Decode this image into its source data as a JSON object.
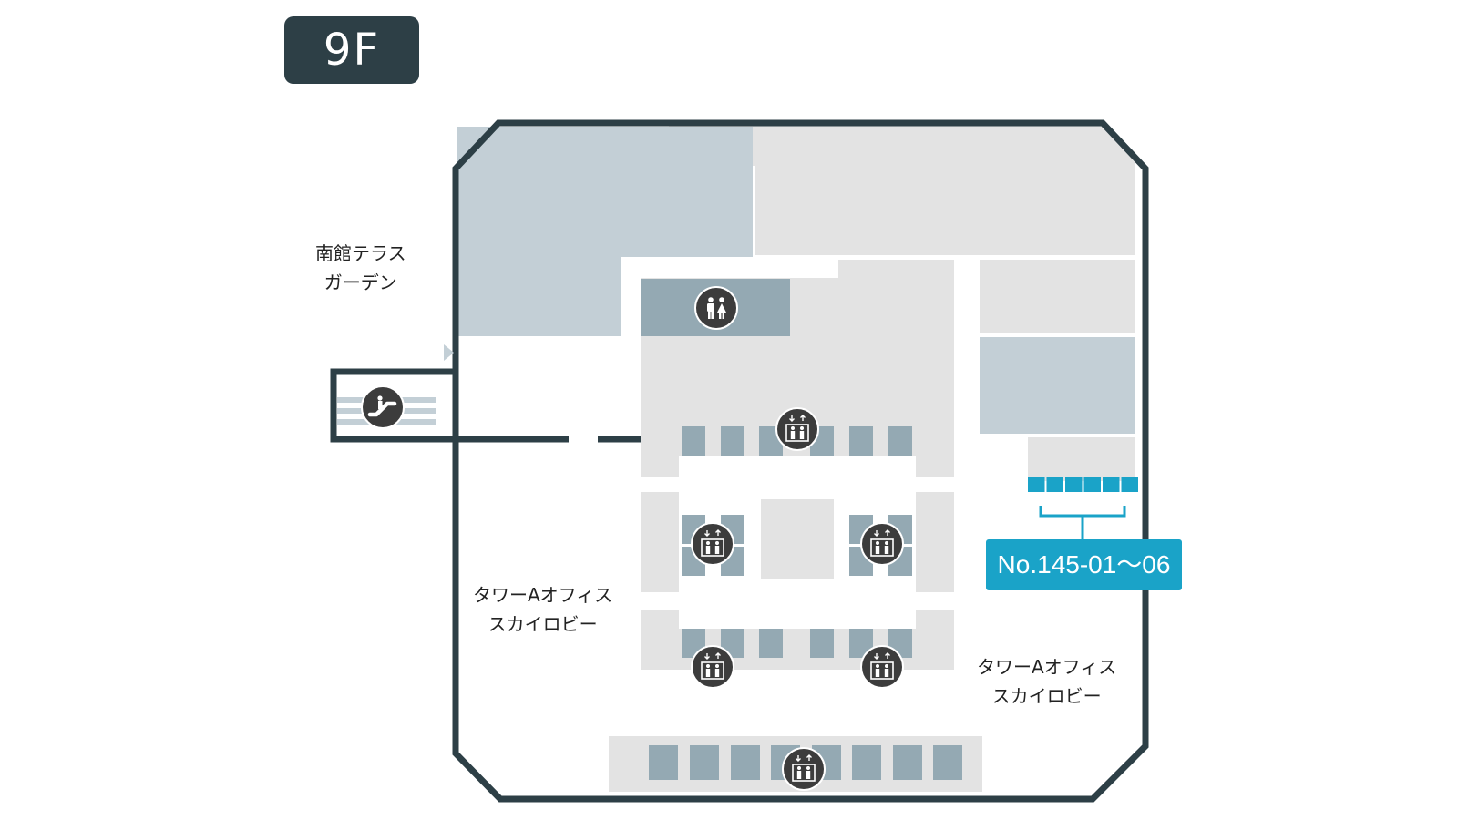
{
  "floor": {
    "label": "9F"
  },
  "labels": {
    "terrace_garden": {
      "line1": "南館テラス",
      "line2": "ガーデン"
    },
    "sky_lobby_west": {
      "line1": "タワーAオフィス",
      "line2": "スカイロビー"
    },
    "sky_lobby_east": {
      "line1": "タワーAオフィス",
      "line2": "スカイロビー"
    }
  },
  "lockers": {
    "callout": "No.145-01～06",
    "count": 6
  },
  "icons": {
    "restroom": "restroom-icon",
    "escalator": "escalator-icon",
    "elevator": "elevator-icon"
  },
  "colors": {
    "wall": "#2d3f46",
    "shop_blue": "#c3cfd6",
    "area_gray": "#e3e3e3",
    "elevator_car": "#94a9b3",
    "locker": "#1aa3c8",
    "icon_bg": "#3c3c3c"
  }
}
